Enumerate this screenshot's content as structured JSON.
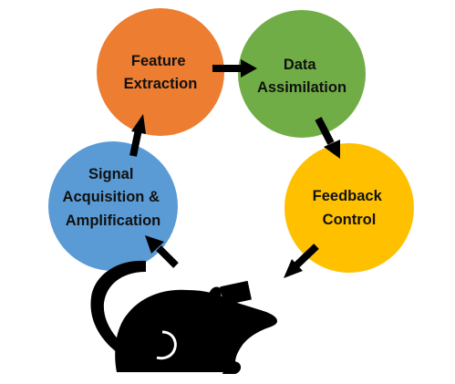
{
  "diagram": {
    "nodes": [
      {
        "id": "feature",
        "lines": [
          "Feature",
          "Extraction"
        ],
        "color": "#ED7D31"
      },
      {
        "id": "data",
        "lines": [
          "Data",
          "Assimilation"
        ],
        "color": "#70AD47"
      },
      {
        "id": "feedback",
        "lines": [
          "Feedback",
          "Control"
        ],
        "color": "#FFC000"
      },
      {
        "id": "signal",
        "lines": [
          "Signal",
          "Acquisition &",
          "Amplification"
        ],
        "color": "#5B9BD5"
      }
    ],
    "arrow_color": "#000000",
    "subject_icon": "rat-with-headstage-silhouette",
    "subject_color": "#000000"
  }
}
